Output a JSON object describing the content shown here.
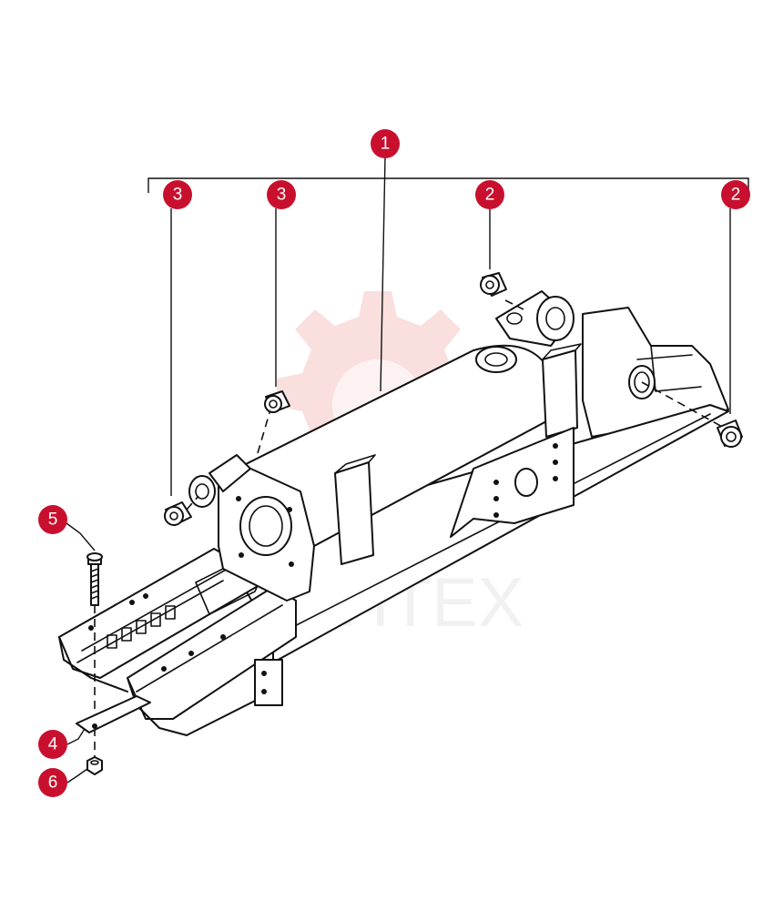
{
  "watermark": {
    "text": "ИНТЕХ",
    "color": "#c8102e"
  },
  "callouts": [
    {
      "id": "callout-1-main-cylinder",
      "label": "1"
    },
    {
      "id": "callout-3-left-bushing",
      "label": "3"
    },
    {
      "id": "callout-3-mid-bushing",
      "label": "3"
    },
    {
      "id": "callout-2-mid-bushing",
      "label": "2"
    },
    {
      "id": "callout-2-right-bushing",
      "label": "2"
    },
    {
      "id": "callout-5-bolt",
      "label": "5"
    },
    {
      "id": "callout-4-plate",
      "label": "4"
    },
    {
      "id": "callout-6-nut",
      "label": "6"
    }
  ],
  "colors": {
    "callout": "#c8102e",
    "line": "#111111",
    "background": "#ffffff"
  }
}
